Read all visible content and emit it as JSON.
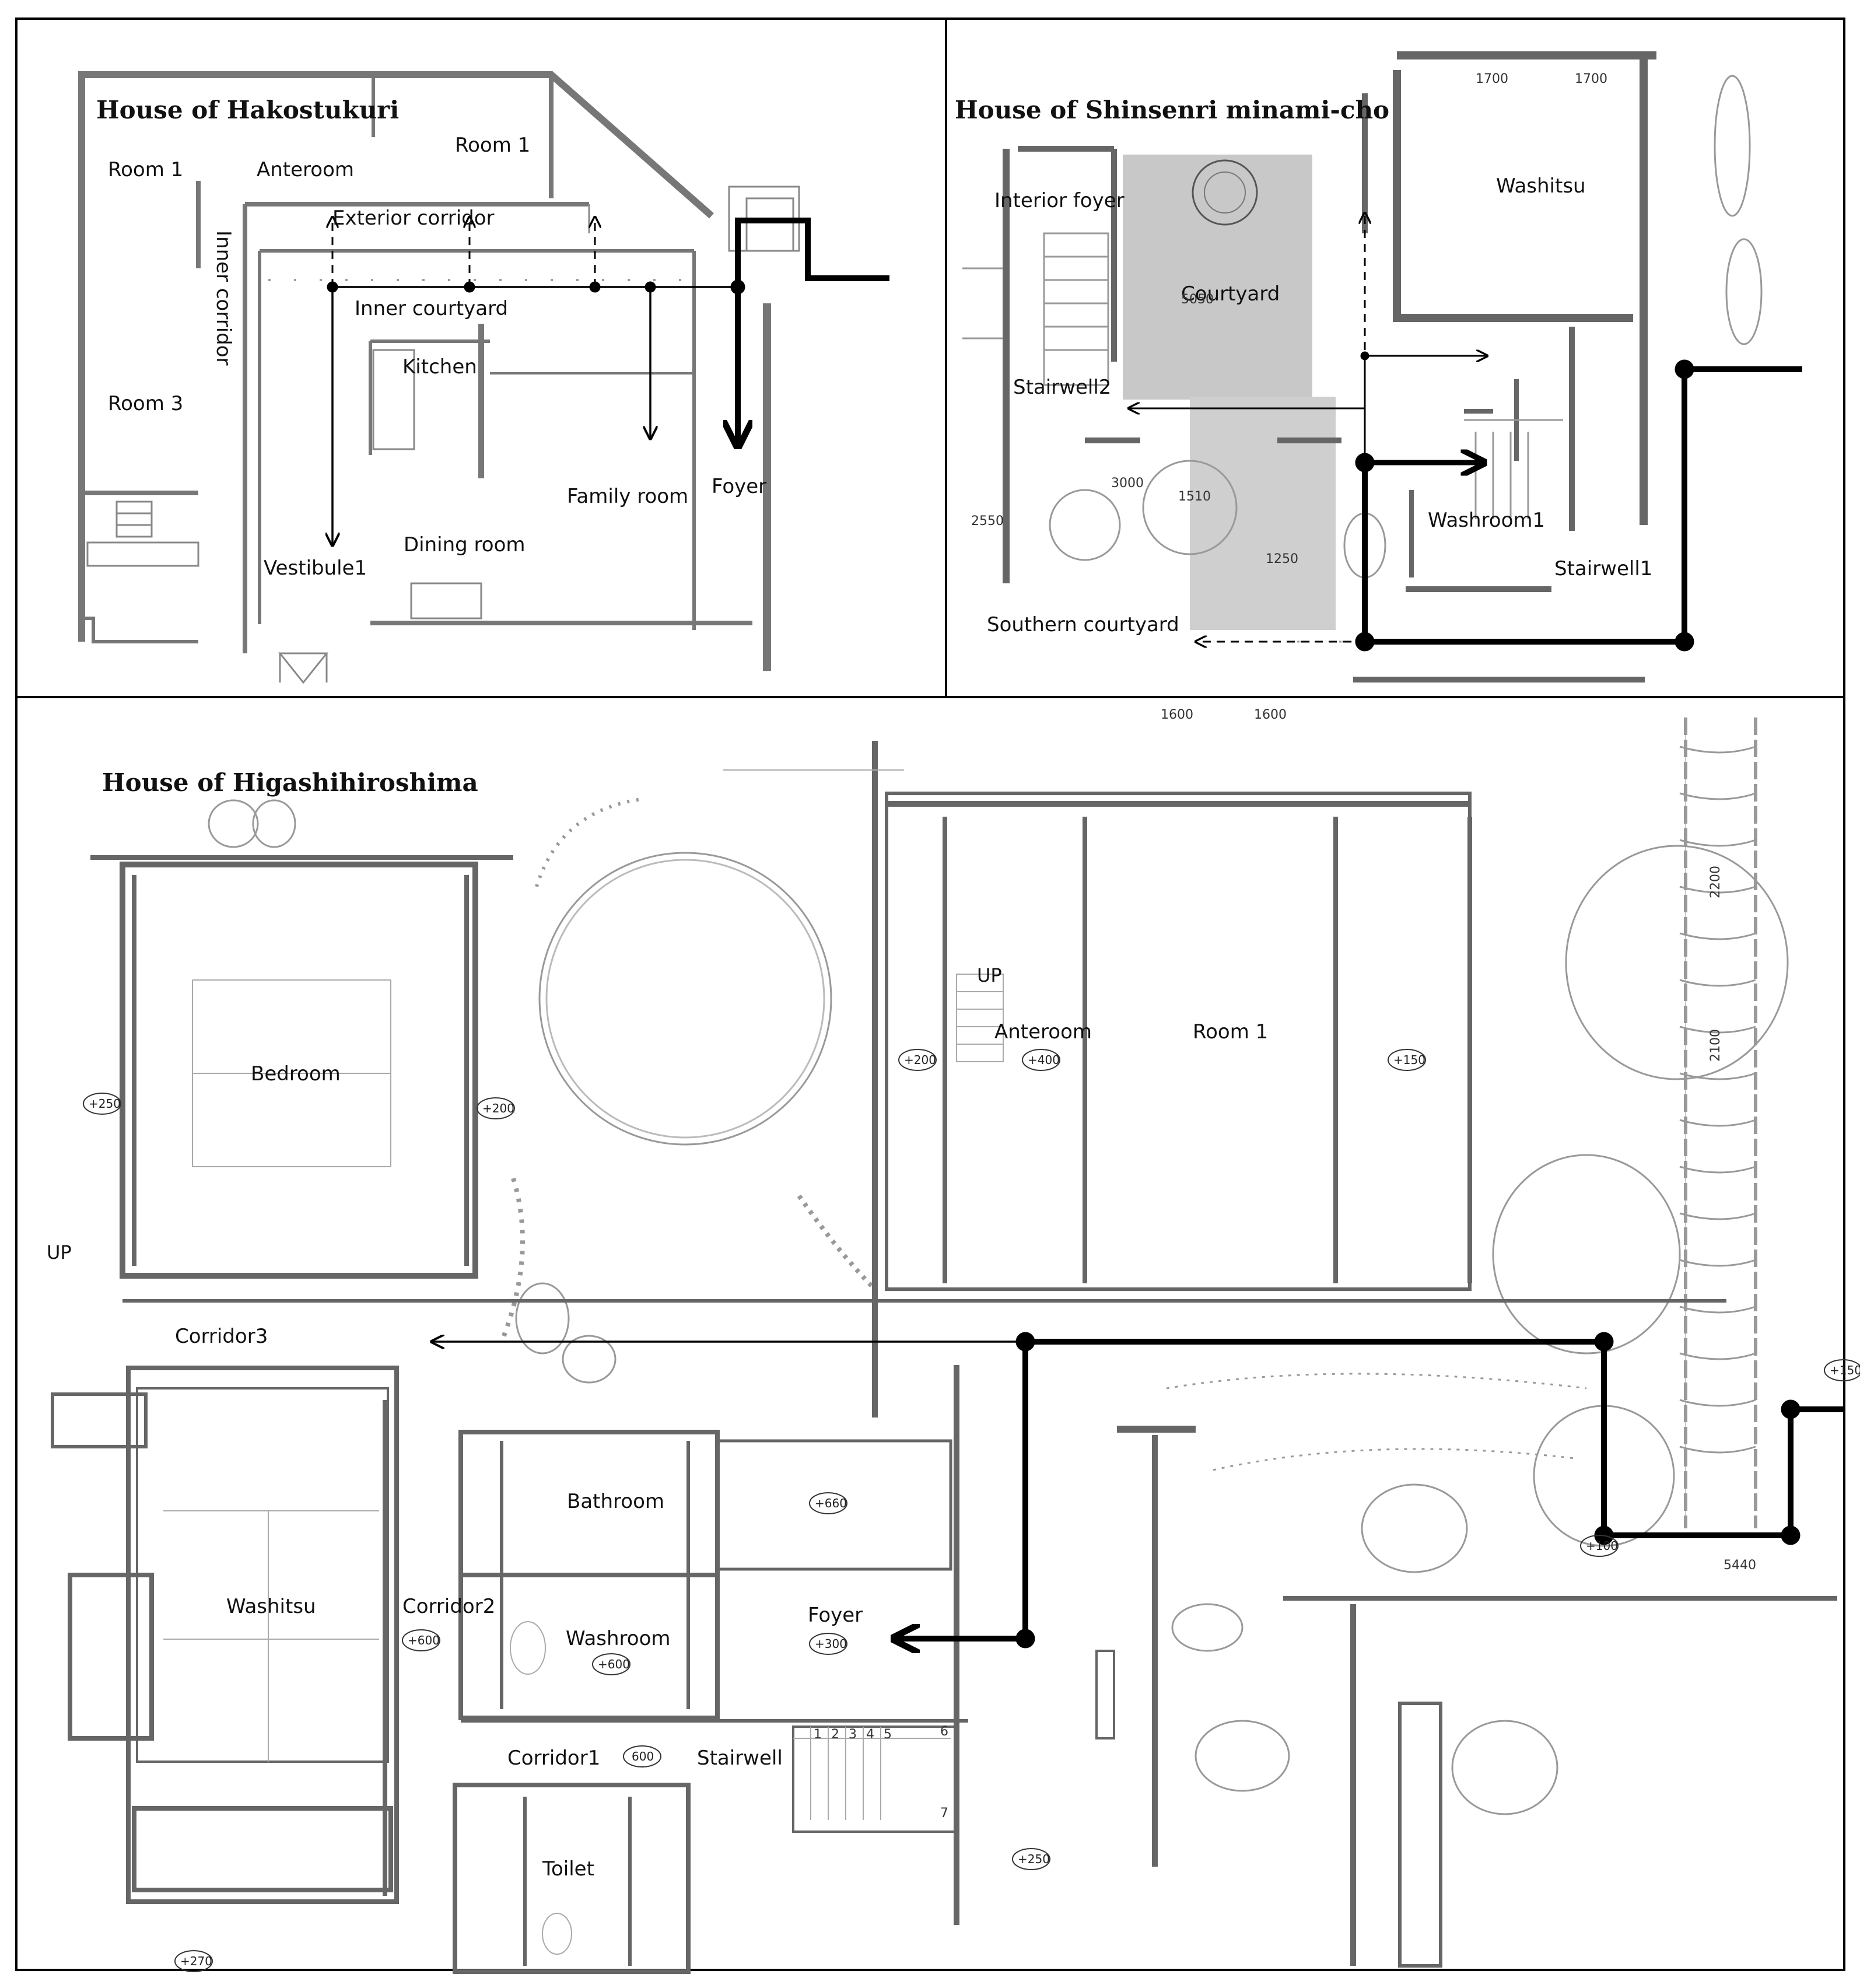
{
  "panels": {
    "hakostukuri": {
      "title": "House of Hakostukuri",
      "rooms": {
        "room1_left": "Room 1",
        "anteroom": "Anteroom",
        "room1_right": "Room 1",
        "exterior_corridor": "Exterior corridor",
        "inner_corridor": "Inner corridor",
        "inner_courtyard": "Inner courtyard",
        "kitchen": "Kitchen",
        "room3": "Room 3",
        "family_room": "Family room",
        "foyer": "Foyer",
        "dining_room": "Dining room",
        "vestibule1": "Vestibule1"
      }
    },
    "shinsenri": {
      "title": "House of Shinsenri minami-cho",
      "rooms": {
        "interior_foyer": "Interior foyer",
        "courtyard": "Courtyard",
        "washitsu": "Washitsu",
        "stairwell2": "Stairwell2",
        "washroom1": "Washroom1",
        "stairwell1": "Stairwell1",
        "southern_courtyard": "Southern courtyard"
      },
      "dims": {
        "d1": "1700",
        "d2": "1700",
        "d3": "5050",
        "d4": "2550",
        "d5": "3000",
        "d6": "1510",
        "d7": "1250"
      }
    },
    "higashihiroshima": {
      "title": "House of Higashihiroshima",
      "rooms": {
        "bedroom": "Bedroom",
        "anteroom": "Anteroom",
        "room1": "Room 1",
        "corridor3": "Corridor3",
        "bathroom": "Bathroom",
        "washitsu": "Washitsu",
        "corridor2": "Corridor2",
        "washroom": "Washroom",
        "foyer": "Foyer",
        "corridor1": "Corridor1",
        "stairwell": "Stairwell",
        "toilet": "Toilet"
      },
      "elevations": {
        "e250a": "+250",
        "e200a": "+200",
        "e200b": "+200",
        "e400": "+400",
        "e150a": "+150",
        "e150b": "+150",
        "e660": "+660",
        "e600a": "+600",
        "e600b": "+600",
        "e600c": "600",
        "e300": "+300",
        "e250b": "+250",
        "e270": "+270",
        "e100": "+100"
      },
      "dims": {
        "d1": "1600",
        "d2": "1600",
        "d3": "2200",
        "d4": "2100",
        "d5": "5440"
      },
      "misc": {
        "up1": "UP",
        "up2": "UP",
        "steps": [
          "1",
          "2",
          "3",
          "4",
          "5",
          "6",
          "7"
        ]
      }
    }
  }
}
